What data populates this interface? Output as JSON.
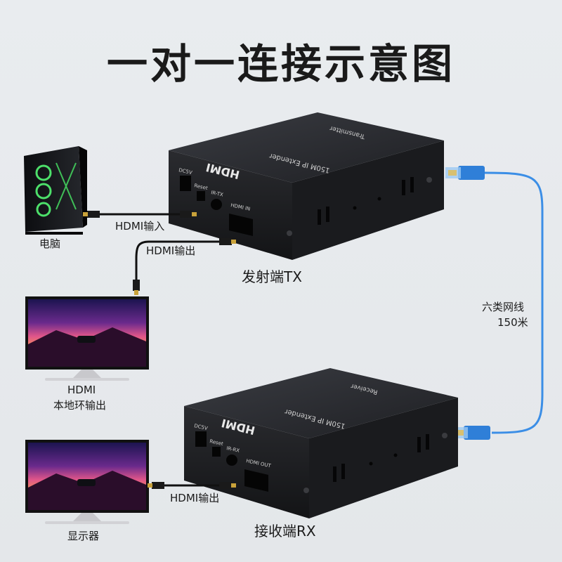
{
  "title": "一对一连接示意图",
  "labels": {
    "computer": "电脑",
    "hdmi_in": "HDMI输入",
    "hdmi_out_tx": "HDMI输出",
    "tx_unit": "发射端TX",
    "cable_type": "六类网线",
    "cable_length": "150米",
    "loop_line1": "HDMI",
    "loop_line2": "本地环输出",
    "hdmi_out_rx": "HDMI输出",
    "display": "显示器",
    "rx_unit": "接收端RX"
  },
  "tx_device": {
    "brand": "HDMI",
    "model": "150M IP Extender",
    "role": "Transmitter",
    "port_dc": "DC5V",
    "port_reset": "Reset",
    "port_ir": "IR-TX",
    "port_hdmi": "HDMI IN"
  },
  "rx_device": {
    "brand": "HDMI",
    "model": "150M IP Extender",
    "role": "Receiver",
    "port_dc": "DC5V",
    "port_reset": "Reset",
    "port_ir": "IR-RX",
    "port_hdmi": "HDMI OUT"
  },
  "colors": {
    "cable_blue": "#3b8ee6",
    "device_black": "#1c1d20",
    "cable_black": "#111111",
    "connector_gold": "#c9a23a"
  }
}
